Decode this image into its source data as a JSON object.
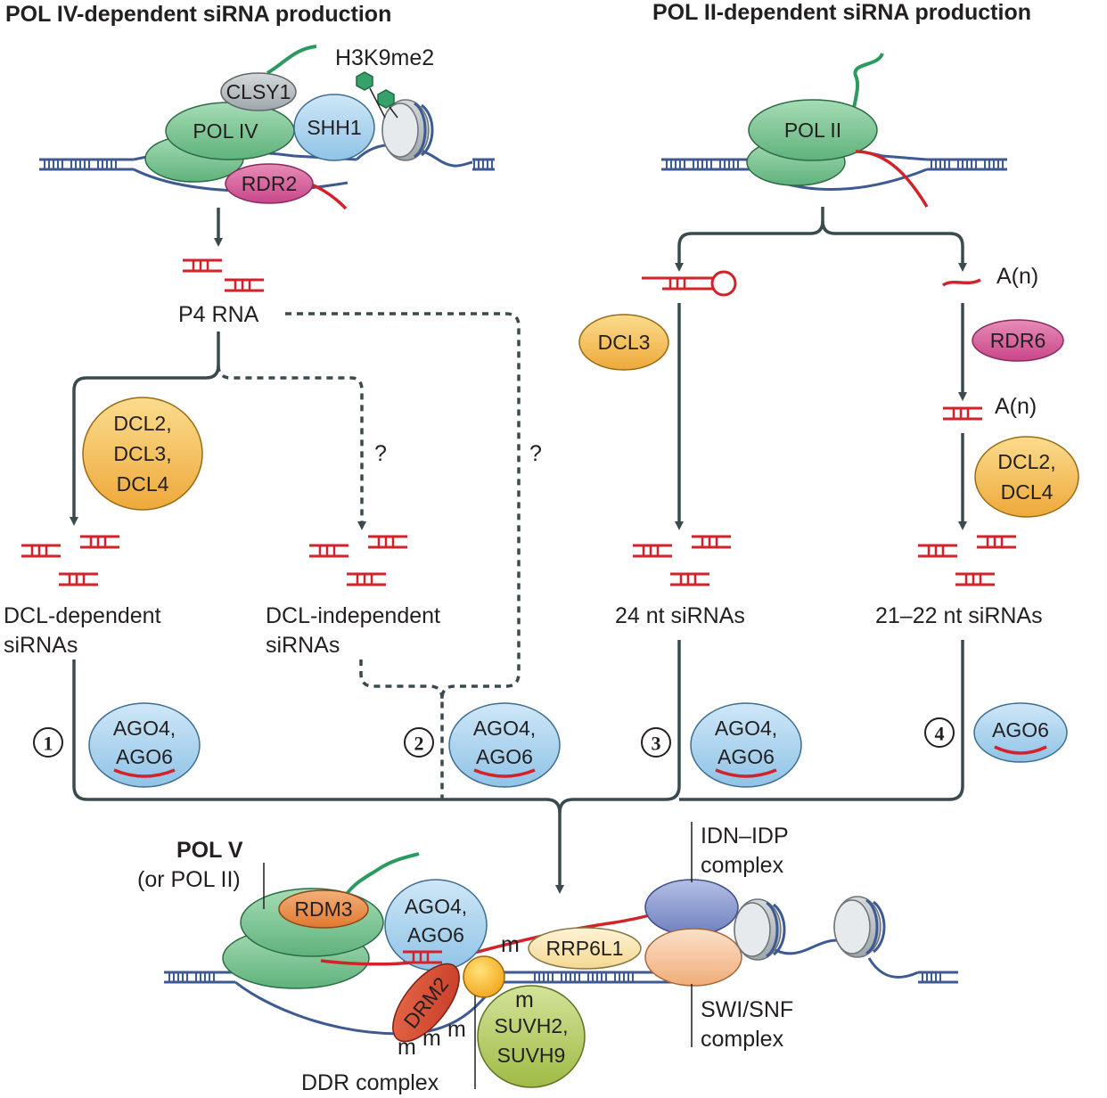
{
  "headings": {
    "left": "POL IV-dependent siRNA production",
    "right": "POL II-dependent siRNA production"
  },
  "proteins": {
    "clsy1": "CLSY1",
    "pol_iv": "POL IV",
    "shh1": "SHH1",
    "rdr2": "RDR2",
    "pol_ii": "POL II",
    "dcl3": "DCL3",
    "rdr6": "RDR6",
    "dcl234": [
      "DCL2,",
      "DCL3,",
      "DCL4"
    ],
    "dcl24": [
      "DCL2,",
      "DCL4"
    ],
    "ago46": [
      "AGO4,",
      "AGO6"
    ],
    "ago6": "AGO6",
    "rdm3": "RDM3",
    "drm2": "DRM2",
    "rrp6l1": "RRP6L1",
    "suvh": [
      "SUVH2,",
      "SUVH9"
    ]
  },
  "labels": {
    "h3k9me2": "H3K9me2",
    "p4_rna": "P4 RNA",
    "polyA_1": "A(n)",
    "polyA_2": "A(n)",
    "question": "?",
    "dcl_dependent": [
      "DCL-dependent",
      "siRNAs"
    ],
    "dcl_independent": [
      "DCL-independent",
      "siRNAs"
    ],
    "nt24": "24 nt siRNAs",
    "nt2122": "21–22 nt siRNAs",
    "pol_v": "POL V",
    "or_pol_ii": "(or POL II)",
    "idn_idp": [
      "IDN–IDP",
      "complex"
    ],
    "swi_snf": [
      "SWI/SNF",
      "complex"
    ],
    "ddr": "DDR complex",
    "m": "m"
  },
  "pathway_numbers": [
    "1",
    "2",
    "3",
    "4"
  ],
  "colors": {
    "green": "#7ec795",
    "blue": "#a9d3ee",
    "pink": "#d55f97",
    "yellow": "#f4c05c",
    "orange": "#e98f4f",
    "grey": "#b7bdc1",
    "lime": "#b8cf6a",
    "purple": "#8b9bd0",
    "peach": "#f6c9a6",
    "cream": "#f9e8b5",
    "dna": "#3d5a93",
    "rna": "#d3222a",
    "arrow": "#3b4a4f"
  }
}
